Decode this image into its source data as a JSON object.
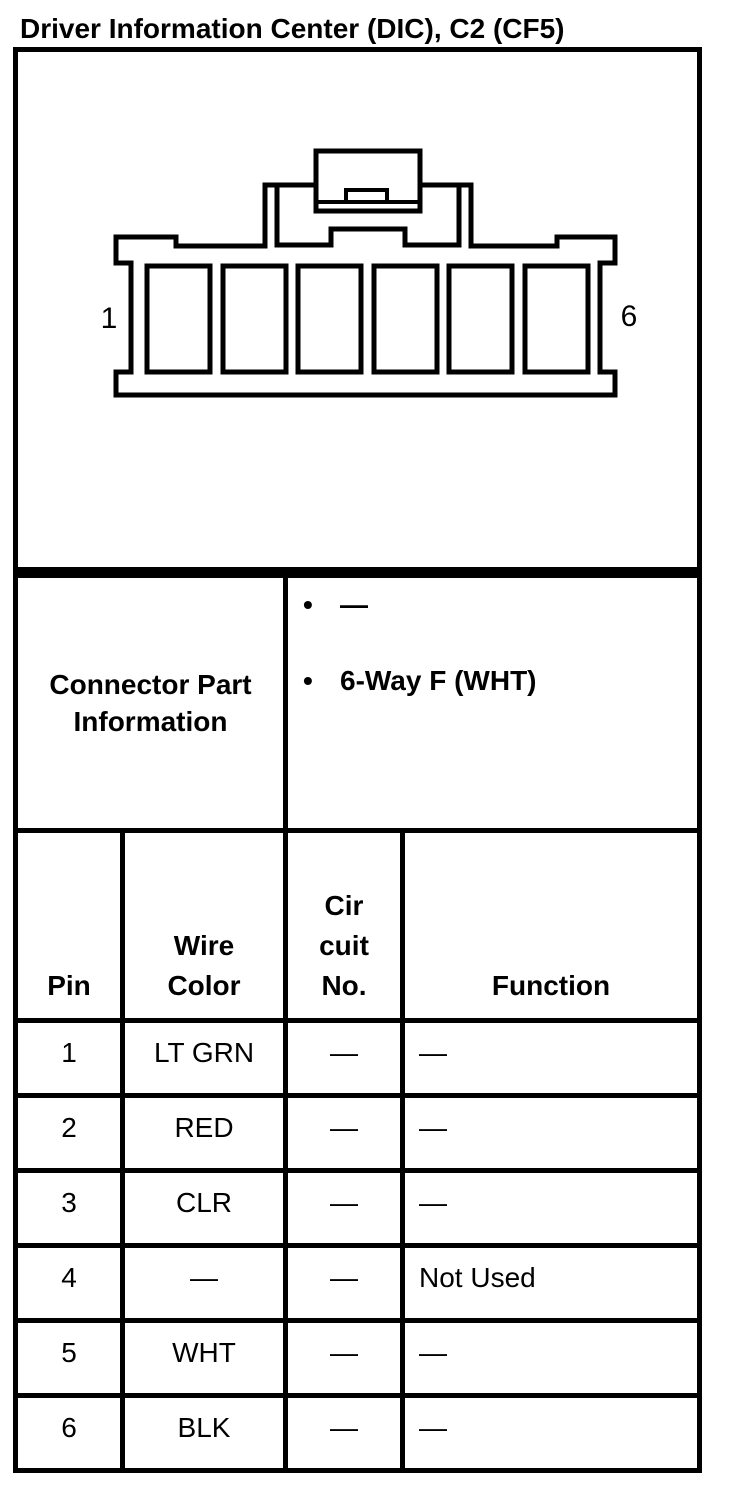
{
  "title": "Driver Information Center (DIC), C2 (CF5)",
  "diagram": {
    "left_pin": "1",
    "right_pin": "6"
  },
  "part_info": {
    "label": "Connector Part Information",
    "bullets": [
      "—",
      "6-Way F (WHT)"
    ]
  },
  "pin_table": {
    "headers": {
      "pin": [
        "Pin"
      ],
      "wire_color": [
        "Wire",
        "Color"
      ],
      "circuit_no": [
        "Cir",
        "cuit",
        "No."
      ],
      "function": [
        "Function"
      ]
    },
    "rows": [
      {
        "pin": "1",
        "wire_color": "LT GRN",
        "circuit_no": "—",
        "function": "—"
      },
      {
        "pin": "2",
        "wire_color": "RED",
        "circuit_no": "—",
        "function": "—"
      },
      {
        "pin": "3",
        "wire_color": "CLR",
        "circuit_no": "—",
        "function": "—"
      },
      {
        "pin": "4",
        "wire_color": "—",
        "circuit_no": "—",
        "function": "Not Used"
      },
      {
        "pin": "5",
        "wire_color": "WHT",
        "circuit_no": "—",
        "function": "—"
      },
      {
        "pin": "6",
        "wire_color": "BLK",
        "circuit_no": "—",
        "function": "—"
      }
    ]
  },
  "colors": {
    "ink": "#000000",
    "paper": "#ffffff"
  }
}
